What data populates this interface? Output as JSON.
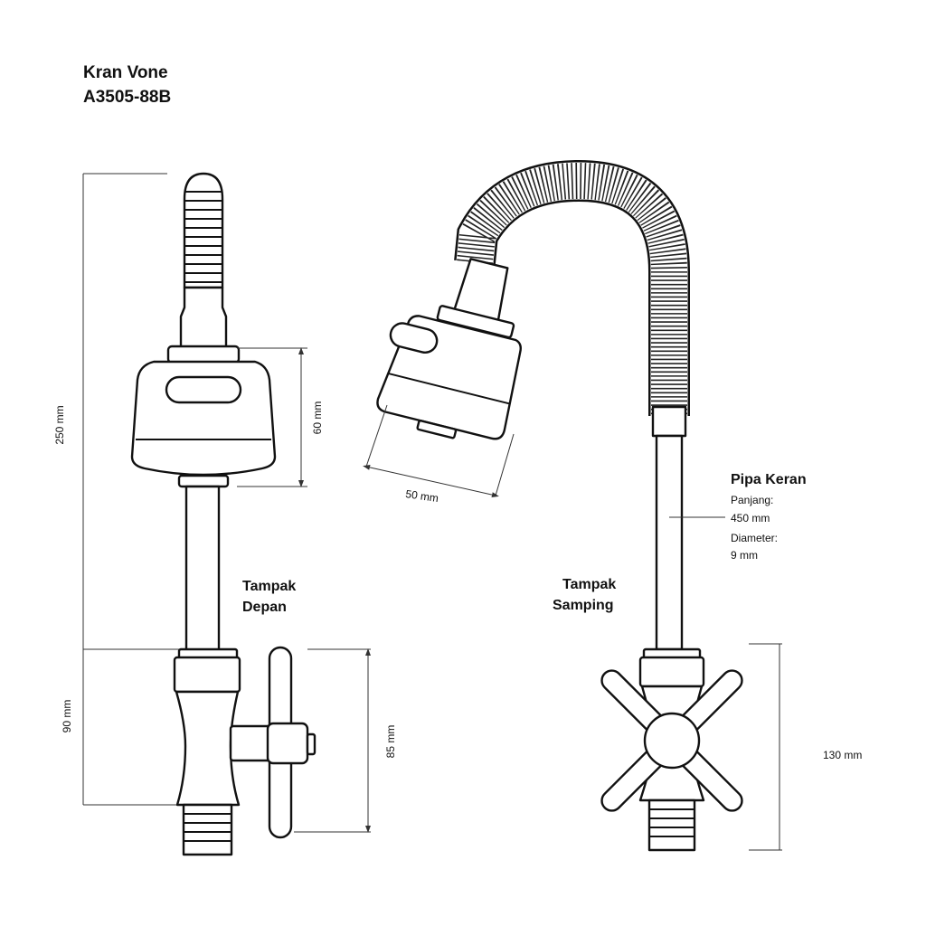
{
  "title": {
    "line1": "Kran Vone",
    "line2": "A3505-88B"
  },
  "front_view": {
    "label_line1": "Tampak",
    "label_line2": "Depan"
  },
  "side_view": {
    "label_line1": "Tampak",
    "label_line2": "Samping"
  },
  "dimensions": {
    "total_height": "250  mm",
    "head_height": "60 mm",
    "valve_height": "90 mm",
    "handle_height": "85 mm",
    "head_width": "50 mm",
    "base_height": "130 mm"
  },
  "pipe_spec": {
    "title": "Pipa Keran",
    "length_label": "Panjang:",
    "length_value": "450 mm",
    "diameter_label": "Diameter:",
    "diameter_value": "9 mm"
  }
}
